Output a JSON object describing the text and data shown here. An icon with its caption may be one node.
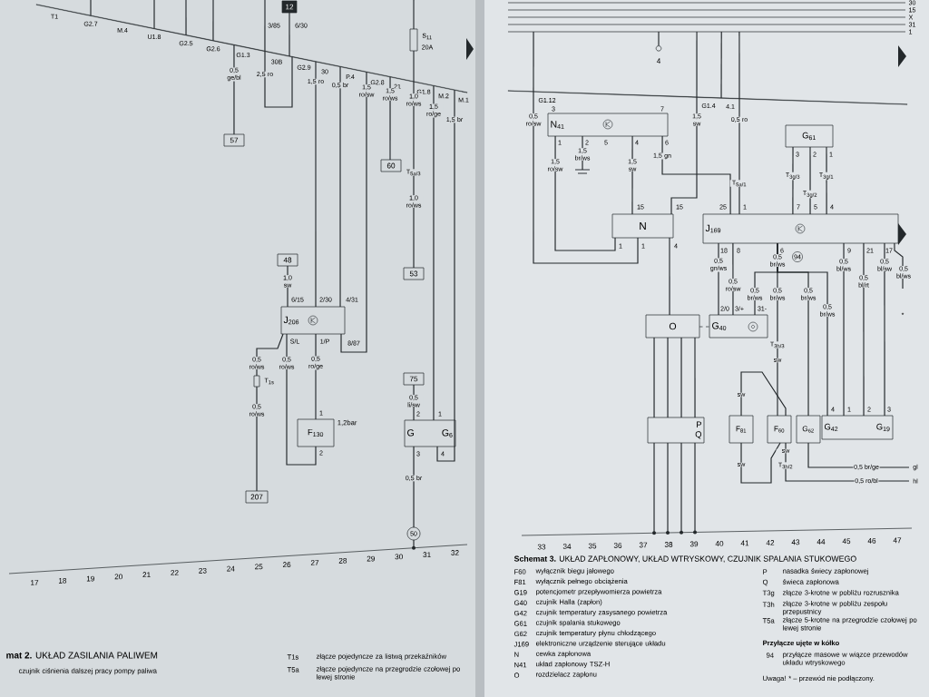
{
  "diagram": {
    "caption": "**Schemat 3.** UKŁAD ZAPŁONOWY, UKŁAD WTRYSKOWY, CZUJNIK SPALANIA STUKOWEGO",
    "nodes": [
      {
        "text": [
          "12"
        ]
      },
      {
        "text": [
          "57"
        ]
      },
      {
        "text": [
          "60"
        ]
      },
      {
        "text": [
          "53"
        ]
      },
      {
        "text": [
          "48"
        ]
      },
      {
        "text": [
          "J$_{206}$"
        ]
      },
      {
        "text": [
          "F$_{130}$"
        ],
        "beside": [
          "1,2bar"
        ]
      },
      {
        "text": [
          "207"
        ]
      },
      {
        "text": [
          "75"
        ]
      },
      {
        "text": [
          "G",
          "G$_{6}$"
        ]
      },
      {
        "text": [
          "50"
        ]
      },
      {
        "text": [
          "4"
        ]
      },
      {
        "text": [
          "N$_{41}$"
        ]
      },
      {
        "text": [
          "N"
        ]
      },
      {
        "text": [
          "J$_{169}$"
        ]
      },
      {
        "text": [
          "G$_{61}$"
        ]
      },
      {
        "text": [
          "O"
        ]
      },
      {
        "text": [
          "G$_{40}$"
        ]
      },
      {
        "text": [
          "P",
          "Q"
        ]
      },
      {
        "text": [
          "F$_{81}$"
        ]
      },
      {
        "text": [
          "F$_{60}$"
        ]
      },
      {
        "text": [
          "G$_{62}$"
        ]
      },
      {
        "text": [
          "G$_{42}$",
          "G$_{19}$"
        ]
      },
      {
        "text": [],
        "shape": "bar"
      },
      {
        "text": [],
        "shape": "bar"
      },
      {
        "text": [],
        "shape": "bar"
      },
      {
        "text": [
          "gl"
        ]
      },
      {
        "text": [
          "hl"
        ]
      }
    ],
    "edges": [
      {
        "from": 4,
        "to": 5,
        "arrow": "none"
      },
      {
        "from": 5,
        "to": 6,
        "arrow": "none"
      },
      {
        "from": 6,
        "to": 5,
        "arrow": "none"
      },
      {
        "from": 7,
        "to": 5,
        "arrow": "none"
      },
      {
        "from": 8,
        "to": 9,
        "arrow": "none"
      },
      {
        "from": 9,
        "to": 10,
        "arrow": "none"
      },
      {
        "from": 12,
        "to": 13,
        "arrow": "none"
      },
      {
        "from": 12,
        "to": 13,
        "arrow": "none"
      },
      {
        "from": 12,
        "to": 14,
        "arrow": "none"
      },
      {
        "from": 13,
        "to": 16,
        "arrow": "none"
      },
      {
        "from": 16,
        "to": 18,
        "arrow": "none"
      },
      {
        "from": 16,
        "to": 18,
        "arrow": "none"
      },
      {
        "from": 16,
        "to": 18,
        "arrow": "none"
      },
      {
        "from": 16,
        "to": 18,
        "arrow": "none"
      },
      {
        "from": 16,
        "to": 17,
        "arrow": "none",
        "style": "dashed"
      },
      {
        "from": 14,
        "to": 17,
        "arrow": "none"
      },
      {
        "from": 14,
        "to": 17,
        "arrow": "none"
      },
      {
        "from": 14,
        "to": 17,
        "arrow": "none"
      },
      {
        "from": 14,
        "to": 20,
        "arrow": "none"
      },
      {
        "from": 14,
        "to": 21,
        "arrow": "none"
      },
      {
        "from": 14,
        "to": 22,
        "arrow": "none"
      },
      {
        "from": 14,
        "to": 22,
        "arrow": "none"
      },
      {
        "from": 14,
        "to": 22,
        "arrow": "none"
      },
      {
        "from": 14,
        "to": 22,
        "arrow": "none"
      },
      {
        "from": 15,
        "to": 14,
        "arrow": "none"
      },
      {
        "from": 15,
        "to": 14,
        "arrow": "none"
      },
      {
        "from": 15,
        "to": 14,
        "arrow": "none"
      },
      {
        "from": 19,
        "to": 20,
        "arrow": "none"
      },
      {
        "from": 19,
        "to": 20,
        "arrow": "none"
      },
      {
        "from": 20,
        "to": 27,
        "arrow": "none",
        "label": "0,5 ro/bl"
      },
      {
        "from": 21,
        "to": 26,
        "arrow": "none",
        "label": "0,5 br/ge"
      },
      {
        "from": 23,
        "to": 1,
        "arrow": "none"
      },
      {
        "from": 0,
        "to": 23,
        "arrow": "none"
      },
      {
        "from": 23,
        "to": 5,
        "arrow": "none"
      },
      {
        "from": 23,
        "to": 5,
        "arrow": "none"
      },
      {
        "from": 5,
        "to": 23,
        "arrow": "none"
      },
      {
        "from": 23,
        "to": 2,
        "arrow": "none"
      },
      {
        "from": null,
        "to": 23,
        "arrow": "none"
      },
      {
        "from": 23,
        "to": 3,
        "arrow": "none"
      },
      {
        "from": 23,
        "to": 9,
        "arrow": "none"
      },
      {
        "from": 23,
        "to": 9,
        "arrow": "none"
      },
      {
        "from": null,
        "to": 23,
        "arrow": "none"
      },
      {
        "from": null,
        "to": 23,
        "arrow": "none"
      },
      {
        "from": null,
        "to": 23,
        "arrow": "none"
      },
      {
        "from": null,
        "to": 23,
        "arrow": "none"
      },
      {
        "from": null,
        "to": 23,
        "arrow": "none"
      },
      {
        "from": 24,
        "to": 25,
        "arrow": "none"
      },
      {
        "from": 25,
        "to": 13,
        "arrow": "none"
      },
      {
        "from": 24,
        "to": 25,
        "arrow": "none"
      },
      {
        "from": 25,
        "to": 13,
        "arrow": "none"
      },
      {
        "from": 24,
        "to": 25,
        "arrow": "none"
      },
      {
        "from": 24,
        "to": 25,
        "arrow": "none"
      },
      {
        "from": 25,
        "to": 14,
        "arrow": "none"
      },
      {
        "from": 24,
        "to": 11,
        "arrow": "none"
      },
      {
        "from": 14,
        "to": null,
        "arrow": "none"
      }
    ],
    "labels": [
      "T1",
      "G2.7",
      "M.4",
      "U1.8",
      "G2.5",
      "G2.6",
      "G1.3",
      "30B",
      "G2.9",
      "30",
      "P.4",
      "G2.8",
      "21",
      "G1.8",
      "M.2",
      "M.1",
      "3/85",
      "6/30",
      "S$_{11}$",
      "20A",
      "0,5 ge/bl",
      "2,5 ro",
      "1,5 ro",
      "0,5 br",
      "1,5 ro/sw",
      "1,5 ro/ws",
      "1,0 ro/ws",
      "1,5 ro/ge",
      "1,5 br",
      "T$_{5a/3}$",
      "1,0 ro/ws",
      "1,0 sw",
      "6/15",
      "2/30",
      "4/31",
      "S/L",
      "1/P",
      "8/87",
      "0,5 ro/ws",
      "0,5 ro/ws",
      "0,5 ro/ge",
      "T$_{1s}$",
      "0,5 ro/ws",
      "1",
      "2",
      "0,5 li/sw",
      "2",
      "1",
      "3",
      "4",
      "0,5 br",
      "17",
      "18",
      "19",
      "20",
      "21",
      "22",
      "23",
      "24",
      "25",
      "26",
      "27",
      "28",
      "29",
      "30",
      "31",
      "32",
      "30",
      "15",
      "X",
      "31",
      "1",
      "G1.12",
      "G1.4",
      "4.1",
      "0,5 ro/sw",
      "1,5 sw",
      "0,5 ro",
      "3",
      "7",
      "1",
      "2",
      "5",
      "4",
      "6",
      "1,5 ro/sw",
      "1,5 br/ws",
      "1,5 sw",
      "1,5 gn",
      "T$_{5a/1}$",
      "15",
      "15",
      "1",
      "1",
      "4",
      "25",
      "1",
      "7",
      "5",
      "4",
      "3",
      "2",
      "1",
      "T$_{3g/3}$",
      "T$_{3g/2}$",
      "T$_{3g/1}$",
      "18",
      "8",
      "6",
      "9",
      "21",
      "17",
      "0,5 gn/ws",
      "0,5 ro/sw",
      "0,5 br/ws",
      "94",
      "0,5 bl/ws",
      "0,5 bl/rt",
      "0,5 bl/sw",
      "0,5 bl/ws",
      "*",
      "0,5 br/ws",
      "0,5 br/ws",
      "0,5 br/ws",
      "0,5 br/ws",
      "2/0",
      "3/+",
      "31-",
      "T$_{3h/3}$",
      "sw",
      "sw",
      "sw",
      "sw",
      "T$_{3h/2}$",
      "4",
      "1",
      "2",
      "3",
      "33",
      "34",
      "35",
      "36",
      "37",
      "38",
      "39",
      "40",
      "41",
      "42",
      "43",
      "44",
      "45",
      "46",
      "47",
      "F60",
      "wyłącznik biegu jałowego",
      "F81",
      "wyłącznik pełnego obciążenia",
      "G19",
      "potencjometr przepływomierza powietrza",
      "G40",
      "czujnik Halla (zapłon)",
      "G42",
      "czujnik temperatury zasysanego powietrza",
      "G61",
      "czujnik spalania stukowego",
      "G62",
      "czujnik temperatury płynu chłodzącego",
      "J169",
      "elektroniczne urządzenie sterujące układu",
      "N",
      "cewka zapłonowa",
      "N41",
      "układ zapłonowy TSZ-H",
      "O",
      "rozdzielacz zapłonu",
      "P",
      "nasadka świecy zapłonowej",
      "Q",
      "świeca zapłonowa",
      "T3g",
      "złącze 3-krotne w pobliżu rozrusznika",
      "T3h",
      "złącze 3-krotne w pobliżu zespołu przepustnicy",
      "T5a",
      "złącze 5-krotne na przegrodzie czołowej po lewej stronie",
      "Przyłącze ujęte w kółko",
      "94",
      "przyłącze masowe w wiązce przewodów układu wtryskowego",
      "Uwaga! * – przewód nie podłączony.",
      "**mat 2.** UKŁAD ZASILANIA PALIWEM",
      "czujnik ciśnienia dalszej pracy pompy paliwa",
      "T1s",
      "złącze pojedyncze za listwą przekaźników",
      "T5a",
      "złącze pojedyncze na przegrodzie czołowej po lewej stronie"
    ]
  }
}
